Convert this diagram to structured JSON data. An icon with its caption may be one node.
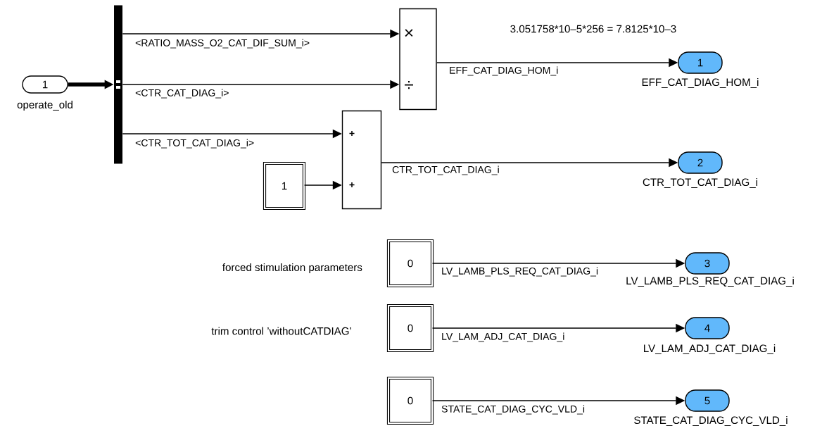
{
  "diagram": {
    "nodes": [
      {
        "text": [
          "1"
        ],
        "beside": [
          "operate_old"
        ]
      },
      {
        "text": [],
        "shape": "bar"
      },
      {
        "text": [
          "×",
          "÷"
        ]
      },
      {
        "text": [
          "+",
          "+"
        ]
      },
      {
        "text": [
          "1"
        ]
      },
      {
        "text": [
          "1"
        ],
        "beside": [
          "EFF_CAT_DIAG_HOM_i"
        ]
      },
      {
        "text": [
          "2"
        ],
        "beside": [
          "CTR_TOT_CAT_DIAG_i"
        ]
      },
      {
        "text": [
          "0"
        ]
      },
      {
        "text": [
          "3"
        ],
        "beside": [
          "LV_LAMB_PLS_REQ_CAT_DIAG_i"
        ]
      },
      {
        "text": [
          "0"
        ]
      },
      {
        "text": [
          "4"
        ],
        "beside": [
          "LV_LAM_ADJ_CAT_DIAG_i"
        ]
      },
      {
        "text": [
          "0"
        ]
      },
      {
        "text": [
          "5"
        ],
        "beside": [
          "STATE_CAT_DIAG_CYC_VLD_i"
        ]
      }
    ],
    "edges": [
      {
        "from": 0,
        "to": 1,
        "arrow": "to",
        "style": "thick"
      },
      {
        "from": 1,
        "to": 2,
        "arrow": "to",
        "label": "<RATIO_MASS_O2_CAT_DIF_SUM_i>"
      },
      {
        "from": 1,
        "to": 2,
        "arrow": "to",
        "label": "<CTR_CAT_DIAG_i>"
      },
      {
        "from": 1,
        "to": 3,
        "arrow": "to",
        "label": "<CTR_TOT_CAT_DIAG_i>"
      },
      {
        "from": 4,
        "to": 3,
        "arrow": "to"
      },
      {
        "from": 2,
        "to": 5,
        "arrow": "to",
        "label": "EFF_CAT_DIAG_HOM_i"
      },
      {
        "from": 3,
        "to": 6,
        "arrow": "to",
        "label": "CTR_TOT_CAT_DIAG_i"
      },
      {
        "from": 7,
        "to": 8,
        "arrow": "to",
        "label": "LV_LAMB_PLS_REQ_CAT_DIAG_i"
      },
      {
        "from": 9,
        "to": 10,
        "arrow": "to",
        "label": "LV_LAM_ADJ_CAT_DIAG_i"
      },
      {
        "from": 11,
        "to": 12,
        "arrow": "to",
        "label": "STATE_CAT_DIAG_CYC_VLD_i"
      }
    ],
    "labels": [
      "3.051758*10–5*256 = 7.8125*10–3",
      "forced stimulation parameters",
      "trim control ’withoutCATDIAG’"
    ]
  }
}
